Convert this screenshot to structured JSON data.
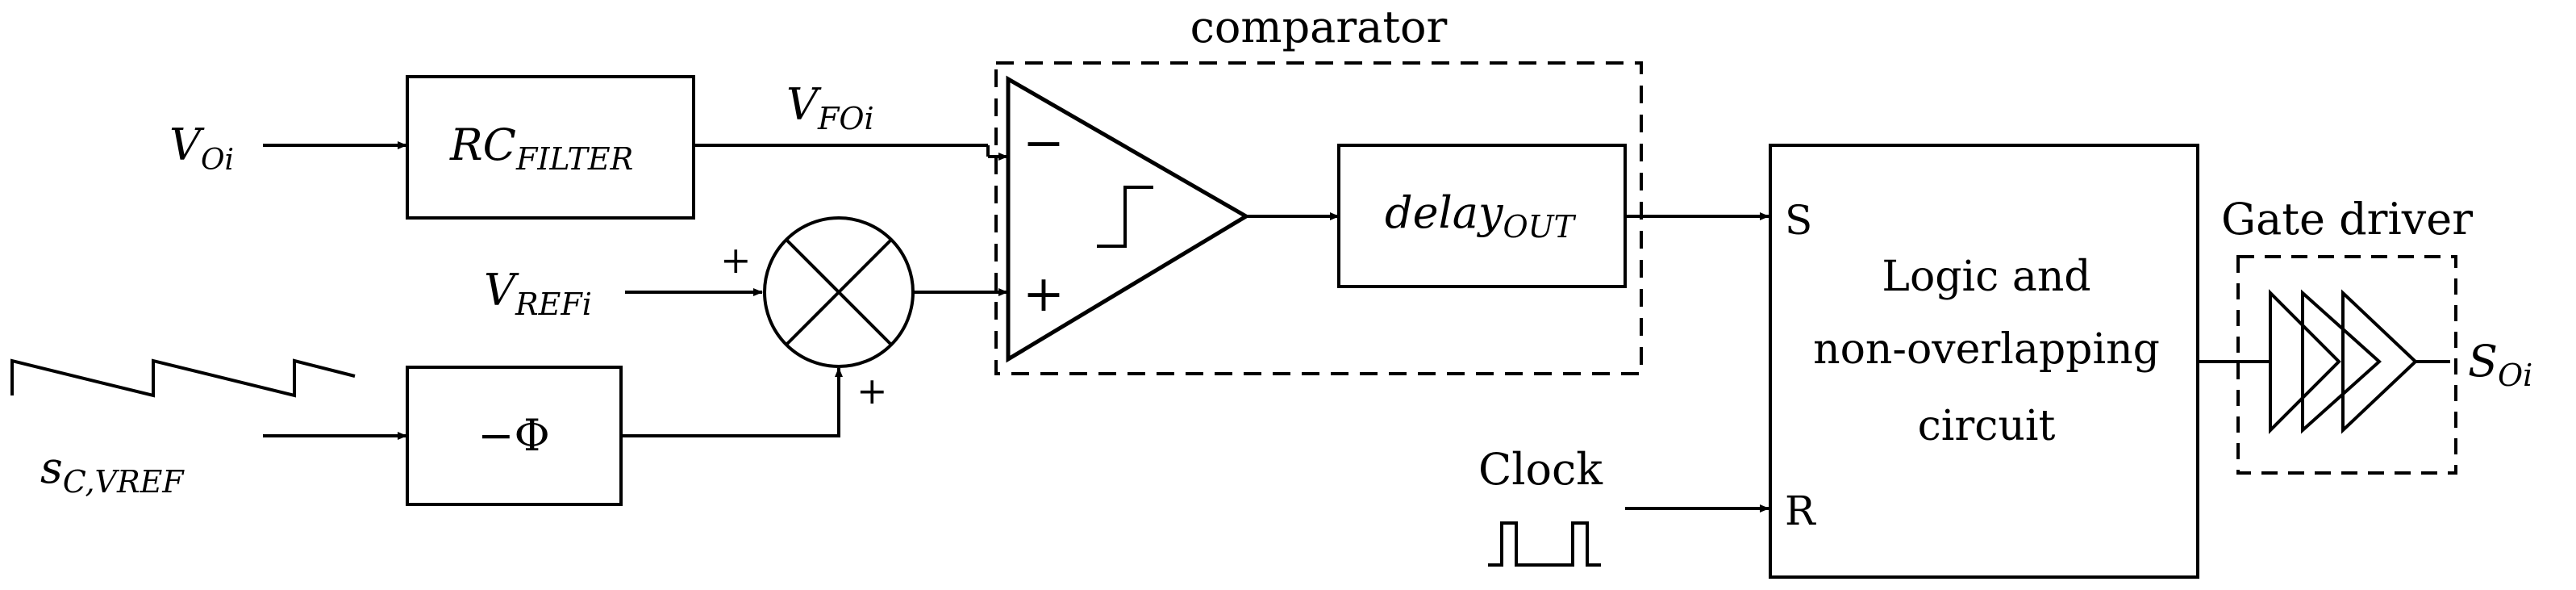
{
  "inputs": {
    "voi": {
      "main": "V",
      "sub": "Oi"
    },
    "vrefi": {
      "main": "V",
      "sub": "REFi"
    },
    "sc_vref": {
      "main": "s",
      "sub": "C,VREF"
    }
  },
  "blocks": {
    "rc_filter": {
      "main": "RC",
      "sub": "FILTER"
    },
    "phase_shift": "−Φ",
    "delay": {
      "main": "delay",
      "sub": "OUT"
    },
    "logic": {
      "line1": "Logic and",
      "line2": "non-overlapping",
      "line3": "circuit"
    }
  },
  "signals": {
    "vfoi": {
      "main": "V",
      "sub": "FOi"
    },
    "soi": {
      "main": "S",
      "sub": "Oi"
    }
  },
  "groups": {
    "comparator": "comparator",
    "gate_driver": "Gate driver"
  },
  "ports": {
    "minus": "−",
    "plus": "+",
    "sum_plus_top": "+",
    "sum_plus_bottom": "+",
    "set": "S",
    "reset": "R"
  },
  "clock": "Clock",
  "colors": {
    "line": "#000000",
    "background": "#ffffff"
  }
}
